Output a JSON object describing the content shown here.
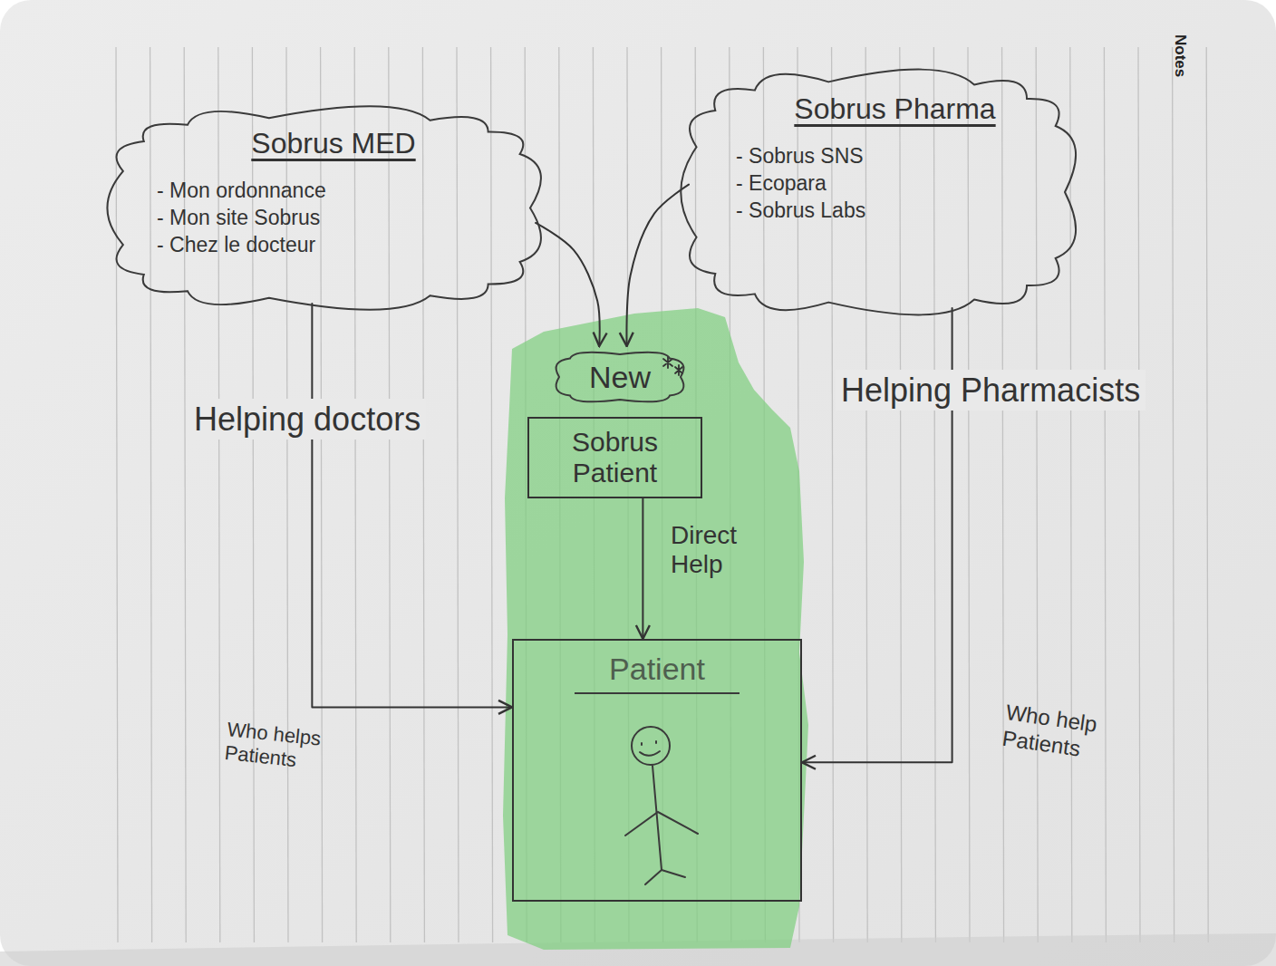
{
  "diagram": {
    "nodes": [
      {
        "text": [
          "Sobrus MED",
          "- Mon ordonnance",
          "- Mon site Sobrus",
          "- Chez le docteur"
        ]
      },
      {
        "text": [
          "Sobrus Pharma",
          "- Sobrus SNS",
          "- Ecopara",
          "- Sobrus Labs"
        ]
      },
      {
        "text": [
          "New"
        ]
      },
      {
        "text": [
          "Sobrus Patient"
        ]
      },
      {
        "text": [
          "Patient"
        ]
      }
    ],
    "edges": [
      {
        "from": 0,
        "to": 4,
        "label": "Helping doctors",
        "arrow": "to"
      },
      {
        "from": 1,
        "to": 4,
        "label": "Helping Pharmacists",
        "arrow": "to"
      },
      {
        "from": 0,
        "to": 2,
        "arrow": "to"
      },
      {
        "from": 1,
        "to": 2,
        "arrow": "to"
      },
      {
        "from": 3,
        "to": 4,
        "label": "Direct Help",
        "arrow": "to"
      }
    ],
    "labels": [
      "Who helps Patients",
      "Who help Patients",
      "Notes"
    ]
  }
}
